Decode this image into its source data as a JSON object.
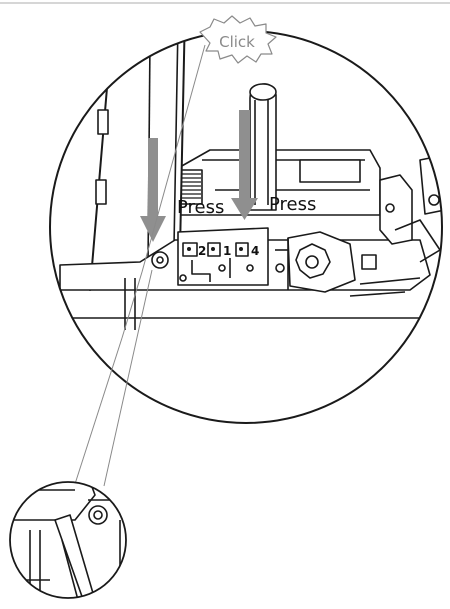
{
  "callouts": {
    "click": "Click",
    "press_left": "Press",
    "press_right": "Press"
  },
  "module_labels": {
    "slot_a": "2",
    "slot_b": "1",
    "slot_c": "4"
  },
  "colors": {
    "line": "#1a1a1a",
    "arrow": "#8f8f8f",
    "frame_rule": "#c8c8c8",
    "background": "#ffffff"
  }
}
